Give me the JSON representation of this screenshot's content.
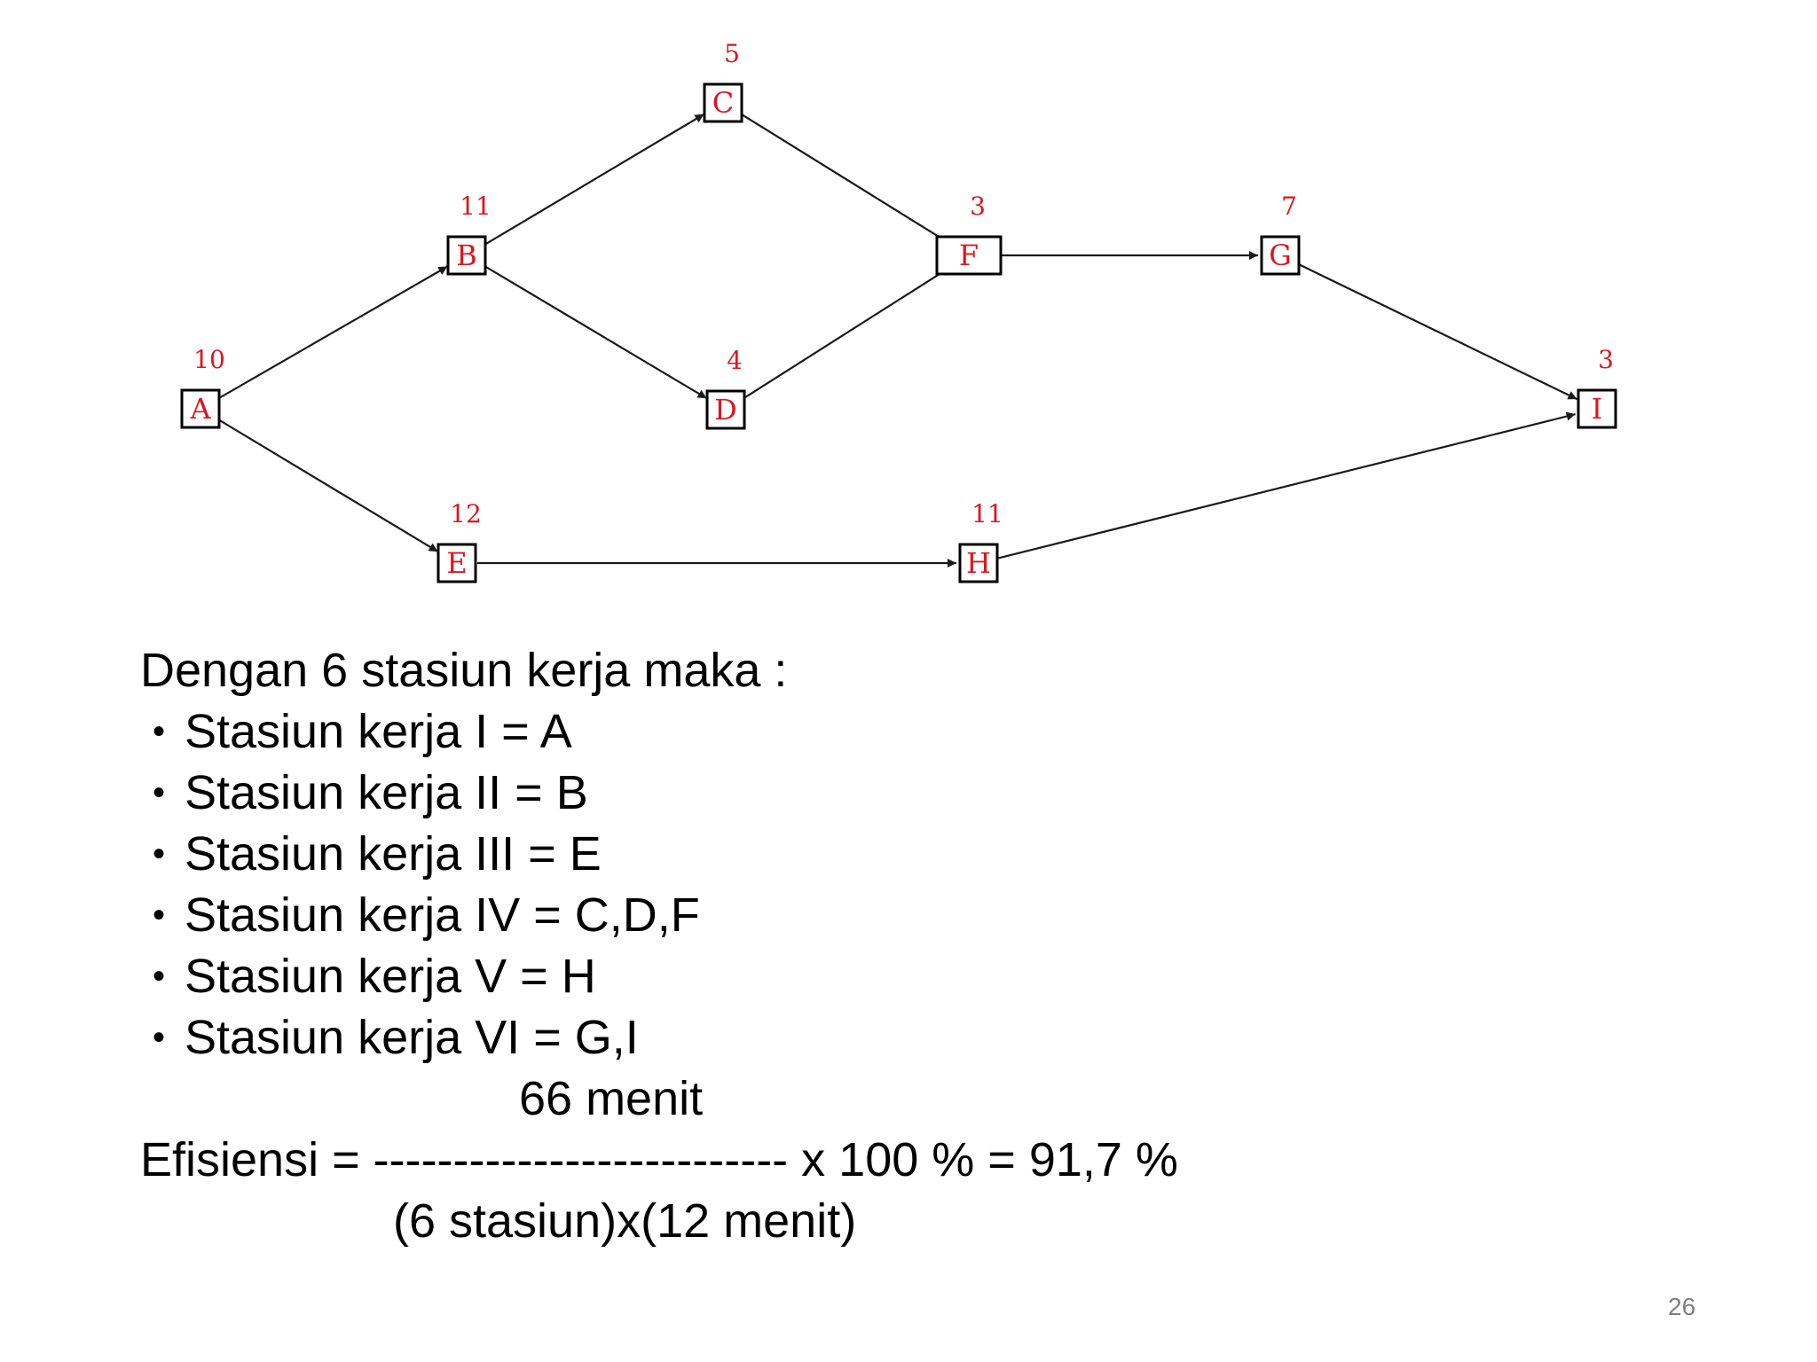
{
  "diagram": {
    "nodes": [
      {
        "id": "A",
        "weight": "10"
      },
      {
        "id": "B",
        "weight": "11"
      },
      {
        "id": "C",
        "weight": "5"
      },
      {
        "id": "D",
        "weight": "4"
      },
      {
        "id": "E",
        "weight": "12"
      },
      {
        "id": "F",
        "weight": "3"
      },
      {
        "id": "G",
        "weight": "7"
      },
      {
        "id": "H",
        "weight": "11"
      },
      {
        "id": "I",
        "weight": "3"
      }
    ],
    "edges": [
      [
        "A",
        "B"
      ],
      [
        "A",
        "E"
      ],
      [
        "B",
        "C"
      ],
      [
        "B",
        "D"
      ],
      [
        "C",
        "F"
      ],
      [
        "D",
        "F"
      ],
      [
        "F",
        "G"
      ],
      [
        "E",
        "H"
      ],
      [
        "G",
        "I"
      ],
      [
        "H",
        "I"
      ]
    ],
    "colors": {
      "label": "#e0141e",
      "box": "#000000",
      "edge": "#1a1a1a"
    }
  },
  "text": {
    "intro": "Dengan 6 stasiun kerja maka :",
    "stations": [
      "Stasiun kerja I = A",
      "Stasiun kerja II = B",
      "Stasiun kerja III = E",
      "Stasiun kerja IV = C,D,F",
      "Stasiun kerja V = H",
      "Stasiun kerja VI = G,I"
    ],
    "numerator": "66 menit",
    "efficiency_line": "Efisiensi = -------------------------- x 100 % = 91,7 %",
    "denominator": "(6 stasiun)x(12 menit)"
  },
  "page_number": "26"
}
